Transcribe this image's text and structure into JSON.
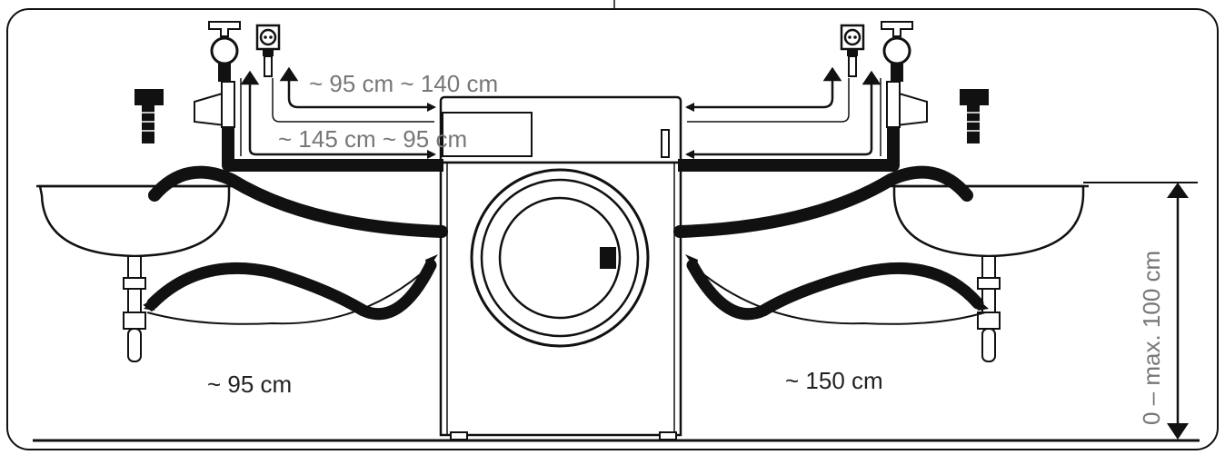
{
  "labels": {
    "top_distances": "~ 95 cm ~ 140 cm",
    "middle_distances": "~ 145 cm ~ 95 cm",
    "left_drain": "~ 95 cm",
    "right_drain": "~ 150 cm",
    "height_range": "0 – max. 100 cm"
  },
  "colors": {
    "line": "#111111",
    "label_dark": "#222222",
    "label_grey": "#777777",
    "background": "#ffffff"
  }
}
